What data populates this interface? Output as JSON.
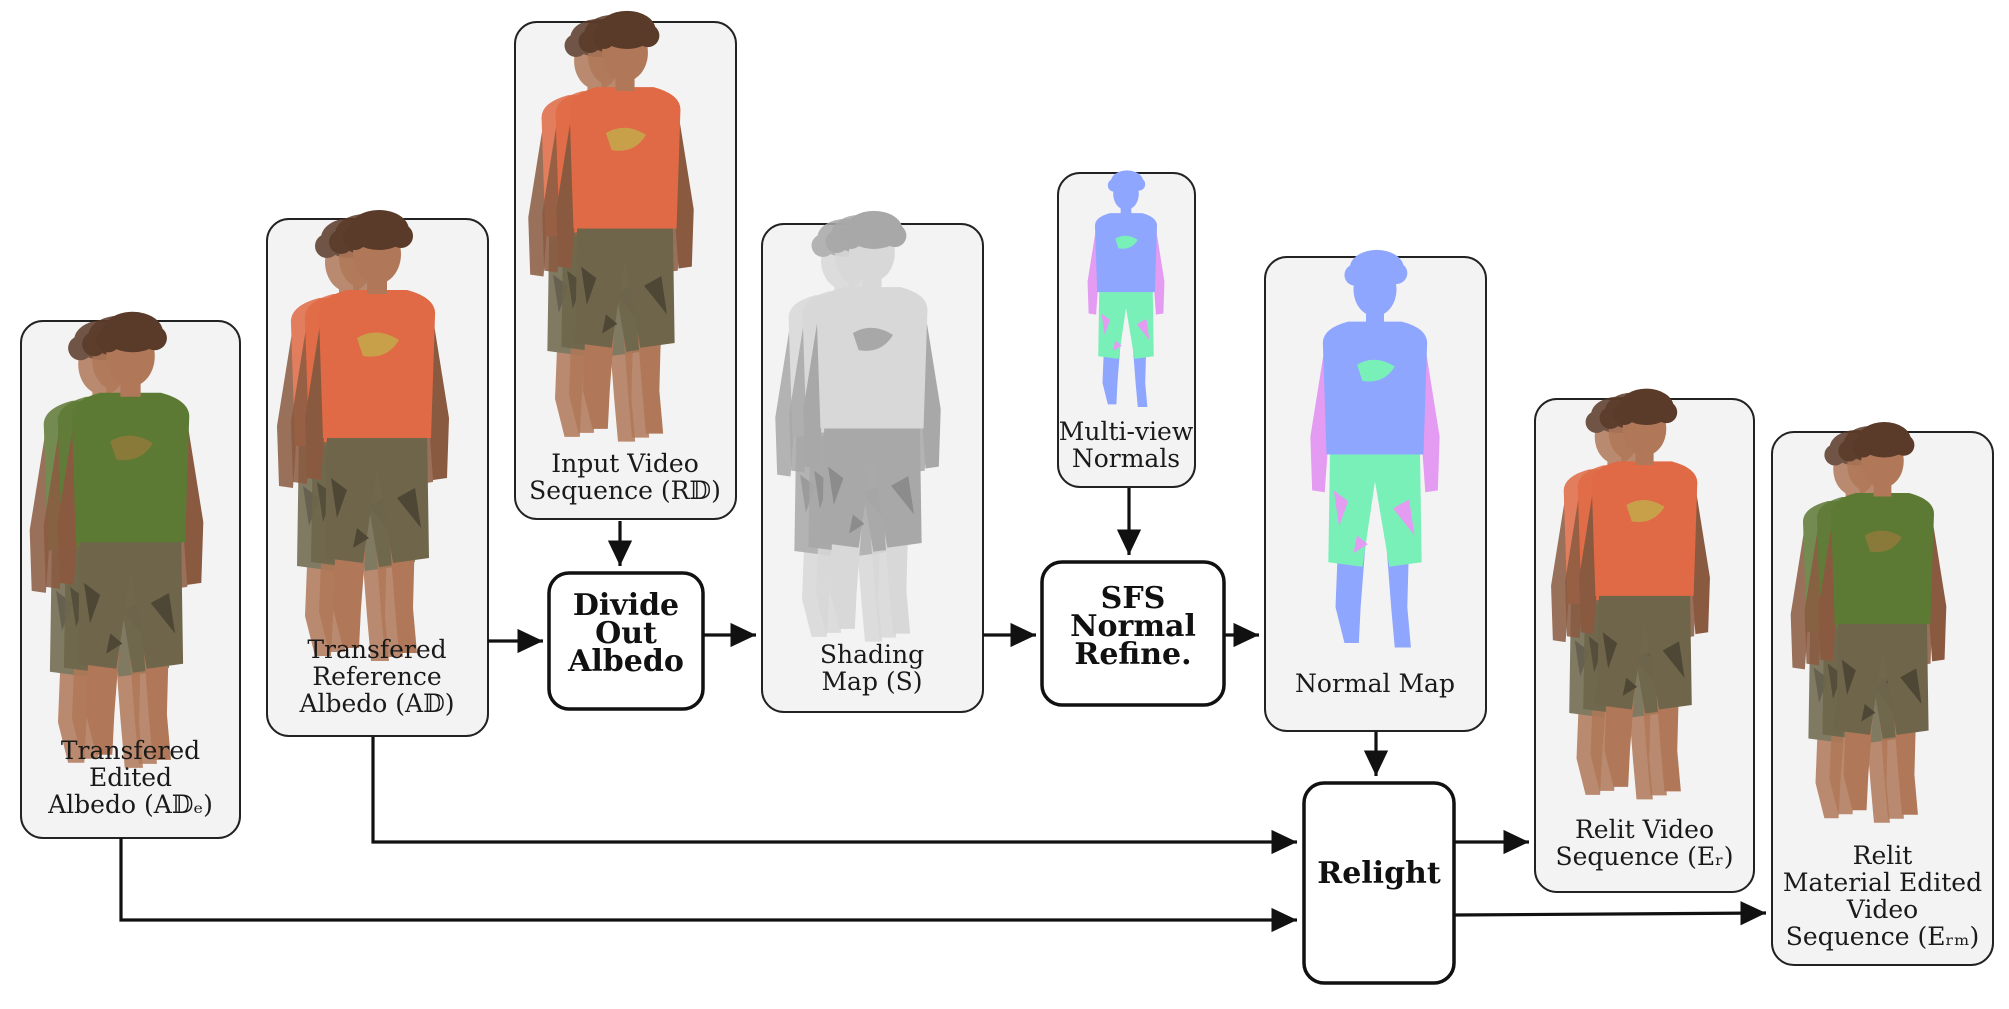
{
  "nodes": {
    "edited_albedo": [
      "Transfered",
      "Edited",
      "Albedo (A𝔻ₑ)"
    ],
    "reference_albedo": [
      "Transfered",
      "Reference",
      "Albedo (A𝔻)"
    ],
    "input_video": [
      "Input Video",
      "Sequence (R𝔻)"
    ],
    "shading_map": [
      "Shading",
      "Map (S)"
    ],
    "multiview_normals": [
      "Multi-view",
      "Normals"
    ],
    "normal_map": [
      "Normal Map"
    ],
    "relit_video": [
      "Relit Video",
      "Sequence (Eᵣ)"
    ],
    "relit_material": [
      "Relit",
      "Material Edited",
      "Video",
      "Sequence (Eᵣₘ)"
    ]
  },
  "processes": {
    "divide_out_albedo": [
      "Divide",
      "Out",
      "Albedo"
    ],
    "sfs_normal_refine": [
      "SFS",
      "Normal",
      "Refine."
    ],
    "relight": [
      "Relight"
    ]
  },
  "figure_colors": {
    "skin": "#b07858",
    "skin_dark": "#8a5a40",
    "hair": "#5a3a28",
    "shirt_orange": "#e06a45",
    "shirt_green": "#5d7a34",
    "pants_camo": "#6e654a",
    "pants_camo_dark": "#4e4735",
    "shading_light": "#d8d8d8",
    "shading_mid": "#a8a8a8",
    "normal_blue": "#8fa6ff",
    "normal_green": "#79f0b8",
    "normal_pink": "#e49cf2"
  }
}
